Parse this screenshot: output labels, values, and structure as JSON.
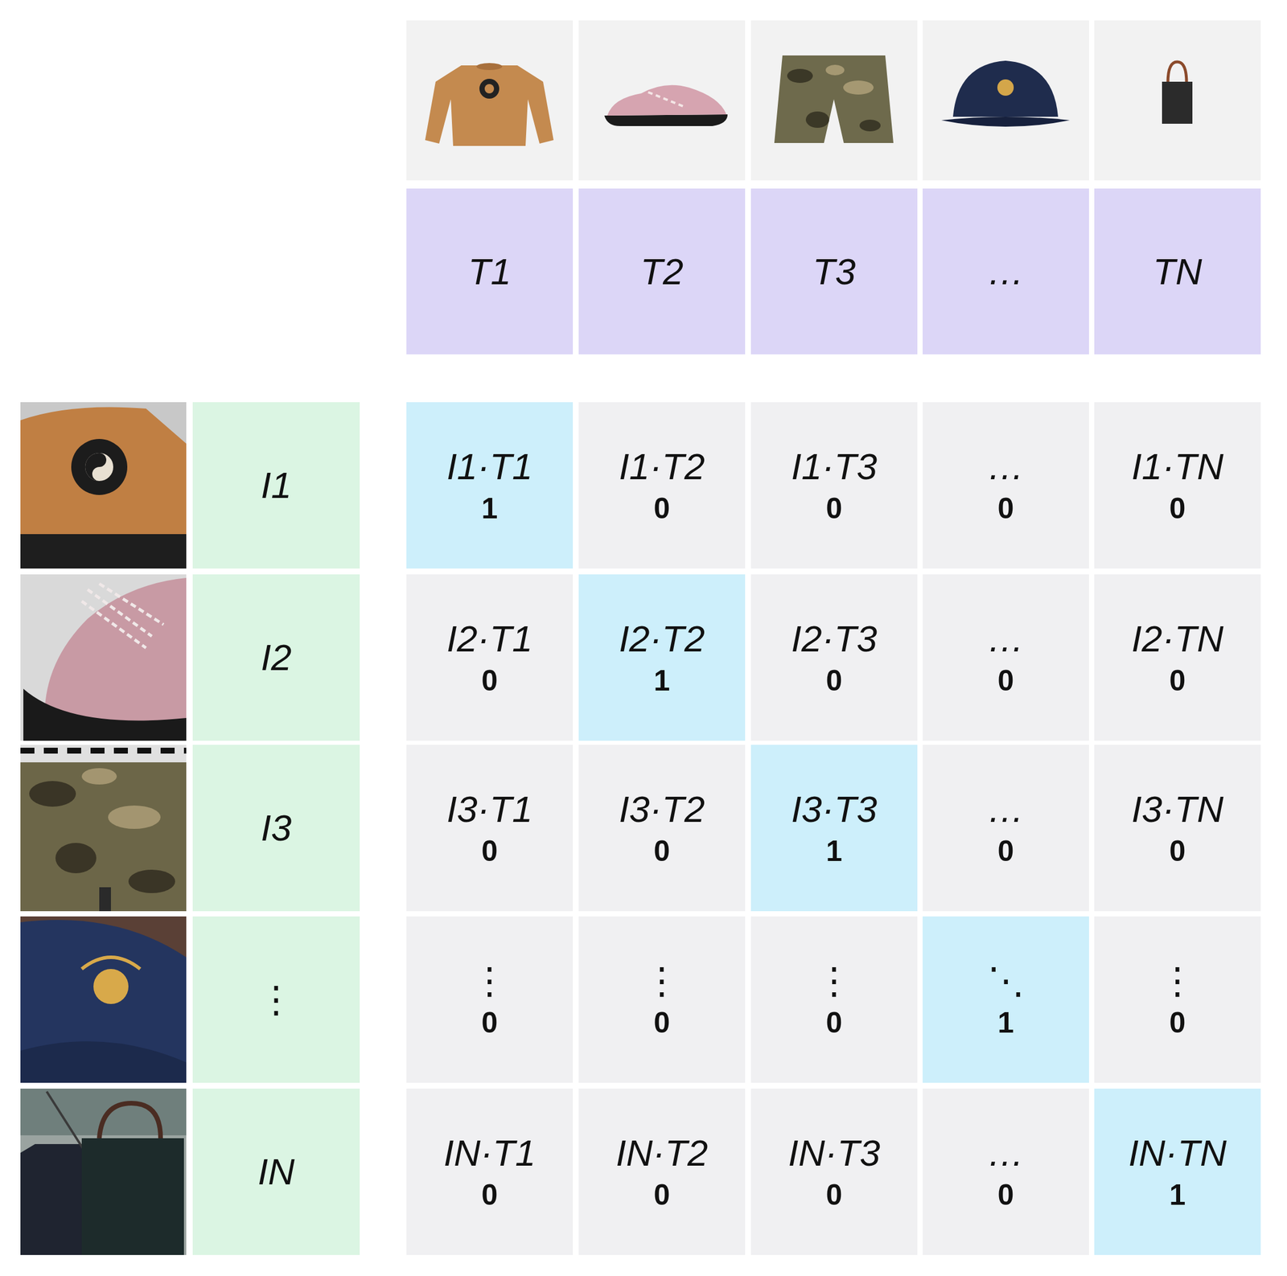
{
  "diagram": {
    "nodes": [
      {
        "text": [
          "T1"
        ]
      },
      {
        "text": [
          "T2"
        ]
      },
      {
        "text": [
          "T3"
        ]
      },
      {
        "text": [
          "…"
        ]
      },
      {
        "text": [
          "TN"
        ]
      },
      {
        "text": [
          "I1"
        ]
      },
      {
        "text": [
          "I1·T1",
          "1"
        ]
      },
      {
        "text": [
          "I1·T2",
          "0"
        ]
      },
      {
        "text": [
          "I1·T3",
          "0"
        ]
      },
      {
        "text": [
          "…",
          "0"
        ]
      },
      {
        "text": [
          "I1·TN",
          "0"
        ]
      },
      {
        "text": [
          "I2"
        ]
      },
      {
        "text": [
          "I2·T1",
          "0"
        ]
      },
      {
        "text": [
          "I2·T2",
          "1"
        ]
      },
      {
        "text": [
          "I2·T3",
          "0"
        ]
      },
      {
        "text": [
          "…",
          "0"
        ]
      },
      {
        "text": [
          "I2·TN",
          "0"
        ]
      },
      {
        "text": [
          "I3"
        ]
      },
      {
        "text": [
          "I3·T1",
          "0"
        ]
      },
      {
        "text": [
          "I3·T2",
          "0"
        ]
      },
      {
        "text": [
          "I3·T3",
          "1"
        ]
      },
      {
        "text": [
          "…",
          "0"
        ]
      },
      {
        "text": [
          "I3·TN",
          "0"
        ]
      },
      {
        "text": [
          "⋮"
        ]
      },
      {
        "text": [
          "⋮",
          "0"
        ]
      },
      {
        "text": [
          "⋮",
          "0"
        ]
      },
      {
        "text": [
          "⋮",
          "0"
        ]
      },
      {
        "text": [
          "⋱",
          "1"
        ]
      },
      {
        "text": [
          "⋮",
          "0"
        ]
      },
      {
        "text": [
          "IN"
        ]
      },
      {
        "text": [
          "IN·T1",
          "0"
        ]
      },
      {
        "text": [
          "IN·T2",
          "0"
        ]
      },
      {
        "text": [
          "IN·T3",
          "0"
        ]
      },
      {
        "text": [
          "…",
          "0"
        ]
      },
      {
        "text": [
          "IN·TN",
          "1"
        ]
      }
    ]
  }
}
